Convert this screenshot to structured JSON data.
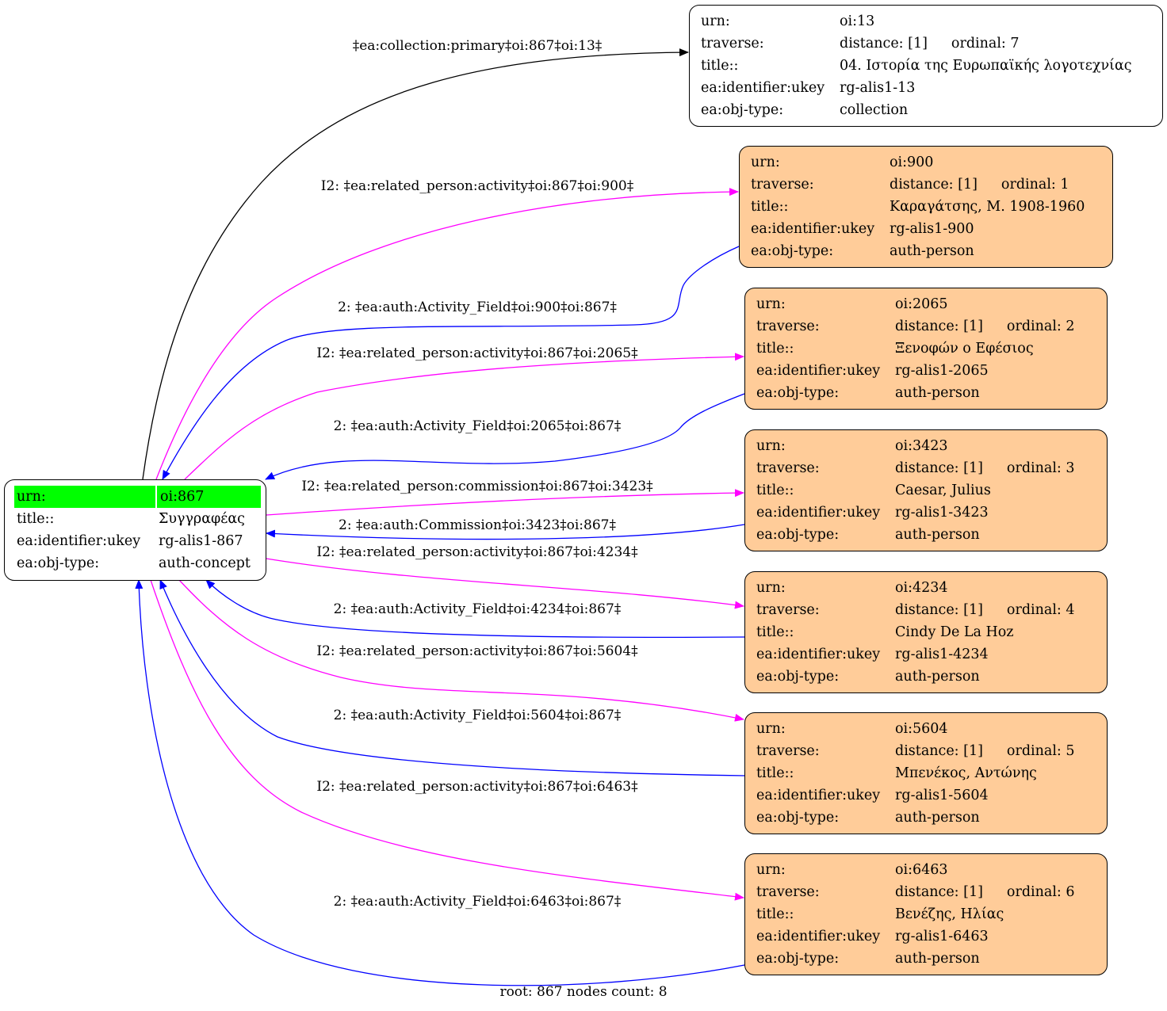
{
  "colors": {
    "magenta_edge": "#ff00ff",
    "blue_edge": "#0000ff",
    "black_edge": "#000000",
    "person_fill": "#ffcc99",
    "root_highlight": "#00ff00"
  },
  "root": {
    "rows": [
      {
        "k": "urn:",
        "v": "oi:867"
      },
      {
        "k": "title::",
        "v": "Συγγραφέας"
      },
      {
        "k": "ea:identifier:ukey",
        "v": "rg-alis1-867"
      },
      {
        "k": "ea:obj-type:",
        "v": "auth-concept"
      }
    ]
  },
  "collection": {
    "urn": "oi:13",
    "distance": "distance: [1]",
    "ordinal": "ordinal: 7",
    "title": "04. Ιστορία της Ευρωπαϊκής λογοτεχνίας",
    "ukey": "rg-alis1-13",
    "type": "collection"
  },
  "labels": {
    "urn": "urn:",
    "traverse": "traverse:",
    "title": "title::",
    "ukey": "ea:identifier:ukey",
    "type": "ea:obj-type:"
  },
  "persons": [
    {
      "urn": "oi:900",
      "distance": "distance: [1]",
      "ordinal": "ordinal: 1",
      "title": "Καραγάτσης, Μ. 1908-1960",
      "ukey": "rg-alis1-900",
      "type": "auth-person"
    },
    {
      "urn": "oi:2065",
      "distance": "distance: [1]",
      "ordinal": "ordinal: 2",
      "title": "Ξενοφών ο Εφέσιος",
      "ukey": "rg-alis1-2065",
      "type": "auth-person"
    },
    {
      "urn": "oi:3423",
      "distance": "distance: [1]",
      "ordinal": "ordinal: 3",
      "title": "Caesar, Julius",
      "ukey": "rg-alis1-3423",
      "type": "auth-person"
    },
    {
      "urn": "oi:4234",
      "distance": "distance: [1]",
      "ordinal": "ordinal: 4",
      "title": "Cindy De La Hoz",
      "ukey": "rg-alis1-4234",
      "type": "auth-person"
    },
    {
      "urn": "oi:5604",
      "distance": "distance: [1]",
      "ordinal": "ordinal: 5",
      "title": "Μπενέκος, Αντώνης",
      "ukey": "rg-alis1-5604",
      "type": "auth-person"
    },
    {
      "urn": "oi:6463",
      "distance": "distance: [1]",
      "ordinal": "ordinal: 6",
      "title": "Βενέζης, Ηλίας",
      "ukey": "rg-alis1-6463",
      "type": "auth-person"
    }
  ],
  "edges": [
    {
      "label": "‡ea:collection:primary‡oi:867‡oi:13‡",
      "color": "black"
    },
    {
      "label": "I2: ‡ea:related_person:activity‡oi:867‡oi:900‡",
      "color": "magenta"
    },
    {
      "label": "2: ‡ea:auth:Activity_Field‡oi:900‡oi:867‡",
      "color": "blue"
    },
    {
      "label": "I2: ‡ea:related_person:activity‡oi:867‡oi:2065‡",
      "color": "magenta"
    },
    {
      "label": "2: ‡ea:auth:Activity_Field‡oi:2065‡oi:867‡",
      "color": "blue"
    },
    {
      "label": "I2: ‡ea:related_person:commission‡oi:867‡oi:3423‡",
      "color": "magenta"
    },
    {
      "label": "2: ‡ea:auth:Commission‡oi:3423‡oi:867‡",
      "color": "blue"
    },
    {
      "label": "I2: ‡ea:related_person:activity‡oi:867‡oi:4234‡",
      "color": "magenta"
    },
    {
      "label": "2: ‡ea:auth:Activity_Field‡oi:4234‡oi:867‡",
      "color": "blue"
    },
    {
      "label": "I2: ‡ea:related_person:activity‡oi:867‡oi:5604‡",
      "color": "magenta"
    },
    {
      "label": "2: ‡ea:auth:Activity_Field‡oi:5604‡oi:867‡",
      "color": "blue"
    },
    {
      "label": "I2: ‡ea:related_person:activity‡oi:867‡oi:6463‡",
      "color": "magenta"
    },
    {
      "label": "2: ‡ea:auth:Activity_Field‡oi:6463‡oi:867‡",
      "color": "blue"
    }
  ],
  "footer": "root: 867 nodes count: 8"
}
